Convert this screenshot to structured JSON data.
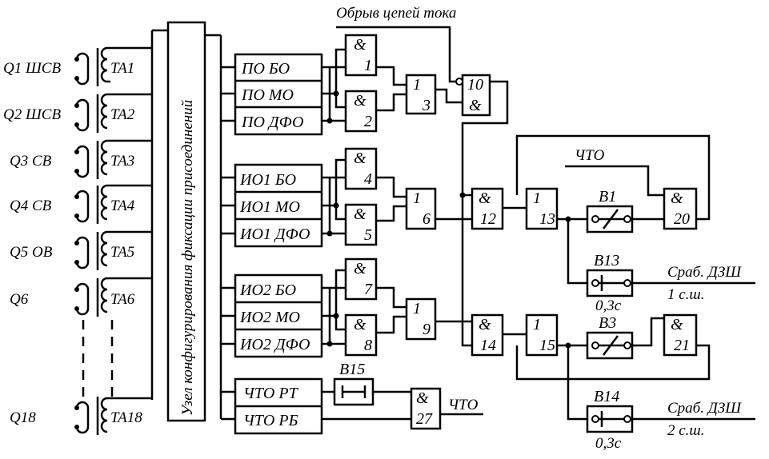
{
  "top_label": "Обрыв цепей тока",
  "sources": [
    {
      "q": "Q1 ШСВ",
      "ta": "TA1"
    },
    {
      "q": "Q2 ШСВ",
      "ta": "TA2"
    },
    {
      "q": "Q3 СВ",
      "ta": "TA3"
    },
    {
      "q": "Q4 СВ",
      "ta": "TA4"
    },
    {
      "q": "Q5 ОВ",
      "ta": "TA5"
    },
    {
      "q": "Q6",
      "ta": "TA6"
    },
    {
      "q": "Q18",
      "ta": "TA18"
    }
  ],
  "config_node_label": "Узел конфигурирования фиксации присоединений",
  "relays": {
    "po_bo": "ПО БО",
    "po_mo": "ПО МО",
    "po_dfo": "ПО ДФО",
    "io1_bo": "ИО1 БО",
    "io1_mo": "ИО1 МО",
    "io1_dfo": "ИО1 ДФО",
    "io2_bo": "ИО2 БО",
    "io2_mo": "ИО2 МО",
    "io2_dfo": "ИО2 ДФО",
    "cho_rt": "ЧТО РТ",
    "cho_rb": "ЧТО РБ"
  },
  "gates": {
    "and_sym": "&",
    "or_sym": "1",
    "n1": "1",
    "n2": "2",
    "n3": "3",
    "n4": "4",
    "n5": "5",
    "n6": "6",
    "n7": "7",
    "n8": "8",
    "n9": "9",
    "n10": "10",
    "n12": "12",
    "n13": "13",
    "n14": "14",
    "n15": "15",
    "n20": "20",
    "n21": "21",
    "n27": "27"
  },
  "timers": {
    "b1": "B1",
    "b3": "B3",
    "b13": "B13",
    "b14": "B14",
    "b15": "B15",
    "delay": "0,3с"
  },
  "signals": {
    "cho_top": "ЧТО",
    "cho_out": "ЧТО",
    "out1_a": "Сраб. ДЗШ",
    "out1_b": "1 с.ш.",
    "out2_a": "Сраб. ДЗШ",
    "out2_b": "2 с.ш."
  }
}
